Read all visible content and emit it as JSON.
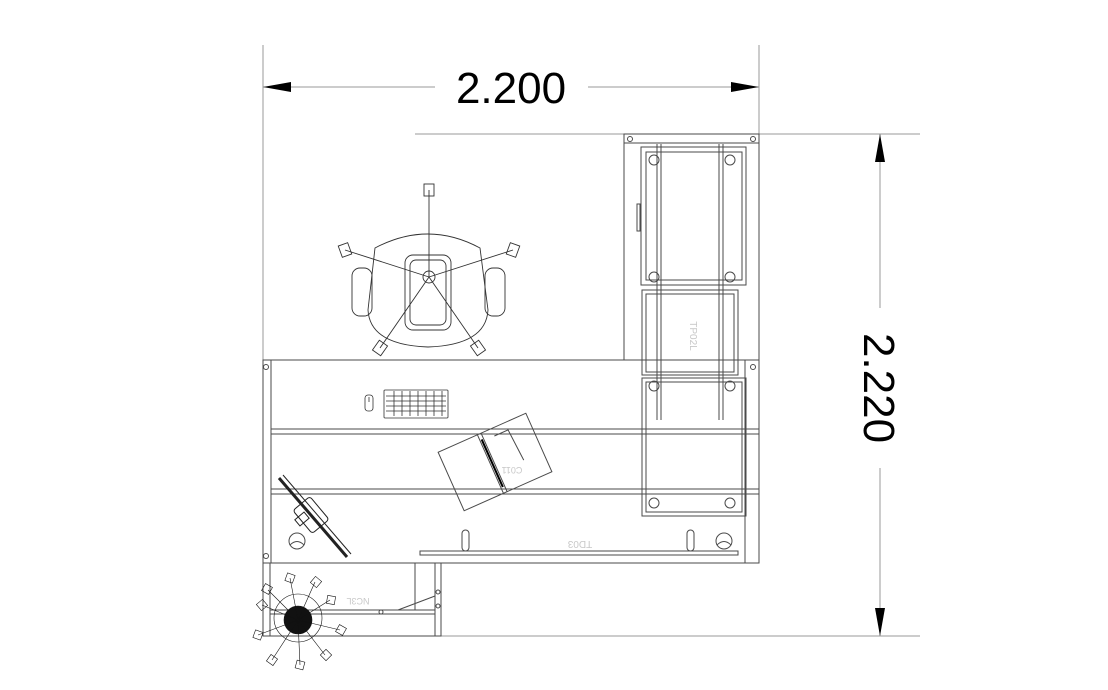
{
  "drawing": {
    "type": "plan view",
    "subject": "L-shaped office desk layout with chair, keyboard, mouse, monitor, folder, shelving unit and plant"
  },
  "dimensions": {
    "width_label": "2.200",
    "height_label": "2.220"
  },
  "labels": {
    "shelf_label": "TP02L",
    "desk_label": "TD03",
    "folder_label": "C011",
    "cabinet_label": "NC3L"
  },
  "colors": {
    "line": "#000000",
    "thin_line": "#4a4a4a",
    "dim_line": "#9a9a9a",
    "faint_text": "#c8c8c8",
    "background": "#ffffff"
  }
}
